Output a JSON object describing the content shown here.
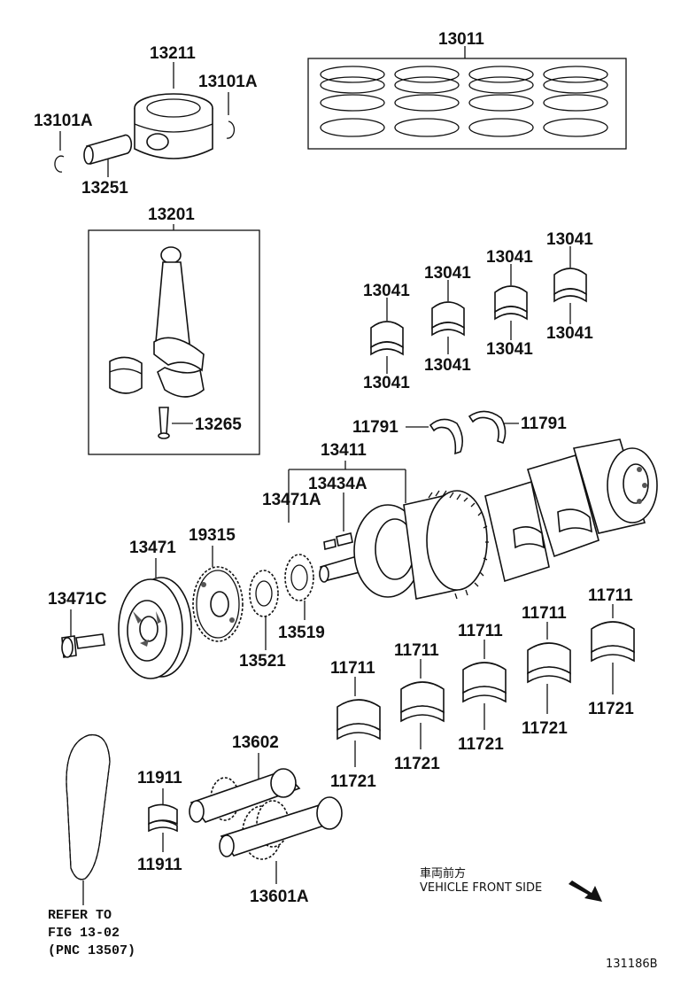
{
  "labels": {
    "piston": "13211",
    "snap_ring_right": "13101A",
    "snap_ring_left": "13101A",
    "piston_pin": "13251",
    "ring_set": "13011",
    "connecting_rod": "13201",
    "rod_bolt": "13265",
    "rod_bearings": [
      "13041",
      "13041",
      "13041",
      "13041",
      "13041",
      "13041",
      "13041",
      "13041"
    ],
    "thrust_washers": [
      "11791",
      "11791"
    ],
    "crankshaft": "13411",
    "key_a": "13434A",
    "key_b": "13471A",
    "pulley": "13471",
    "pulley_bolt": "13471C",
    "sprocket": "19315",
    "gear_a": "13521",
    "gear_b": "13519",
    "main_bearings_upper": [
      "11711",
      "11711",
      "11711",
      "11711",
      "11711"
    ],
    "main_bearings_lower": [
      "11721",
      "11721",
      "11721",
      "11721",
      "11721"
    ],
    "balancer_bearings": [
      "11911",
      "11911"
    ],
    "balancer_upper": "13602",
    "balancer_lower": "13601A"
  },
  "refer": {
    "line1": "REFER TO",
    "line2": "FIG 13-02",
    "line3": "(PNC 13507)"
  },
  "front": {
    "jp": "車両前方",
    "en": "VEHICLE FRONT SIDE"
  },
  "figure_id": "131186B"
}
